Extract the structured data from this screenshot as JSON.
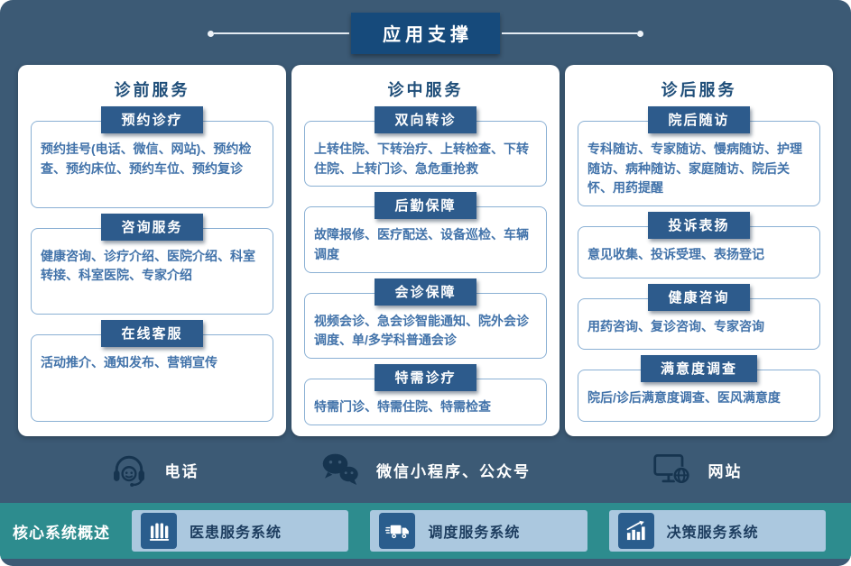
{
  "title": "应用支撑",
  "columns": [
    {
      "title": "诊前服务",
      "sections": [
        {
          "header": "预约诊疗",
          "body": "预约挂号(电话、微信、网站)、预约检查、预约床位、预约车位、预约复诊"
        },
        {
          "header": "咨询服务",
          "body": "健康咨询、诊疗介绍、医院介绍、科室转接、科室医院、专家介绍"
        },
        {
          "header": "在线客服",
          "body": "活动推介、通知发布、营销宣传"
        }
      ]
    },
    {
      "title": "诊中服务",
      "sections": [
        {
          "header": "双向转诊",
          "body": "上转住院、下转治疗、上转检查、下转住院、上转门诊、急危重抢救"
        },
        {
          "header": "后勤保障",
          "body": "故障报修、医疗配送、设备巡检、车辆调度"
        },
        {
          "header": "会诊保障",
          "body": "视频会诊、急会诊智能通知、院外会诊调度、单/多学科普通会诊"
        },
        {
          "header": "特需诊疗",
          "body": "特需门诊、特需住院、特需检查"
        }
      ]
    },
    {
      "title": "诊后服务",
      "sections": [
        {
          "header": "院后随访",
          "body": "专科随访、专家随访、慢病随访、护理随访、病种随访、家庭随访、院后关怀、用药提醒"
        },
        {
          "header": "投诉表扬",
          "body": "意见收集、投诉受理、表扬登记"
        },
        {
          "header": "健康咨询",
          "body": "用药咨询、复诊咨询、专家咨询"
        },
        {
          "header": "满意度调查",
          "body": "院后/诊后满意度调查、医风满意度"
        }
      ]
    }
  ],
  "channels": [
    {
      "icon": "headset-icon",
      "label": "电话"
    },
    {
      "icon": "wechat-icon",
      "label": "微信小程序、公众号"
    },
    {
      "icon": "website-icon",
      "label": "网站"
    }
  ],
  "footer": {
    "label": "核心系统概述",
    "systems": [
      {
        "icon": "hospital-building-icon",
        "label": "医患服务系统"
      },
      {
        "icon": "delivery-truck-icon",
        "label": "调度服务系统"
      },
      {
        "icon": "bar-chart-arrow-icon",
        "label": "决策服务系统"
      }
    ]
  },
  "colors": {
    "background": "#3c5a75",
    "title_navy": "#164a7b",
    "section_header_blue": "#2d5b8c",
    "body_text_blue": "#4273aa",
    "body_border_blue": "#8ab0d4",
    "footer_teal": "#2d8c8e",
    "system_box_light_blue": "#abc8df",
    "icon_square_blue": "#2a5d8d"
  }
}
